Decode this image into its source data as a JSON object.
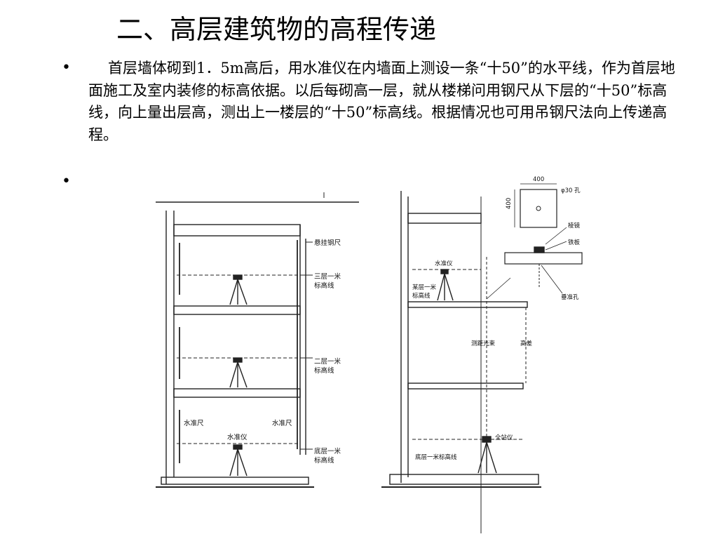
{
  "slide": {
    "title": "二、高层建筑物的高程传递",
    "bullet_glyph": "•",
    "paragraph": "首层墙体砌到1．5m高后，用水准仪在内墙面上测设一条“十50”的水平线，作为首层地面施工及室内装修的标高依据。以后每砌高一层，就从楼梯问用钢尺从下层的“十50”标高线，向上量出层高，测出上一楼层的“十50”标高线。根据情况也可用吊钢尺法向上传递高程。"
  },
  "left_figure": {
    "hanging_tape": "悬挂钢尺",
    "floor3_line": [
      "三层一米",
      "标高线"
    ],
    "floor2_line": [
      "二层一米",
      "标高线"
    ],
    "level_staff_left": "水准尺",
    "level_staff_right": "水准尺",
    "level_instrument": "水准仪",
    "floor1_line": [
      "底层一米",
      "标高线"
    ]
  },
  "right_figure": {
    "plate_width": "400",
    "plate_height": "400",
    "hole_label": "φ30 孔",
    "prism": "棱镜",
    "plate": "铁板",
    "plumb_hole": "垂准孔",
    "level_instrument": "水准仪",
    "some_floor_line": [
      "某层一米",
      "标高线"
    ],
    "laser_beam": "测距光束",
    "floor_height": "高差",
    "total_station": "全站仪",
    "ground_line": "底层一米标高线"
  }
}
